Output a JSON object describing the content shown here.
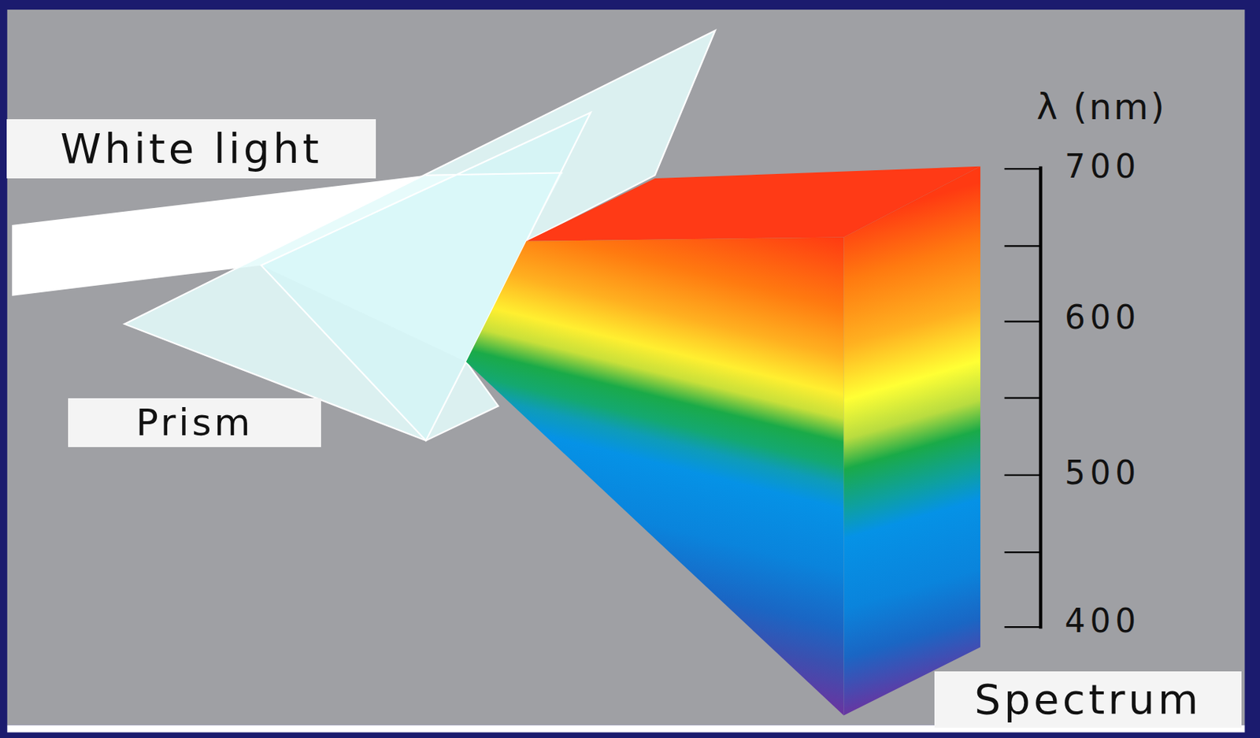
{
  "diagram": {
    "nodes": [
      {
        "text": [
          "White light"
        ]
      },
      {
        "text": [
          "Prism"
        ]
      },
      {
        "text": [
          "Spectrum"
        ]
      }
    ],
    "labels": [
      "λ (nm)",
      "700",
      "600",
      "500",
      "400"
    ]
  }
}
